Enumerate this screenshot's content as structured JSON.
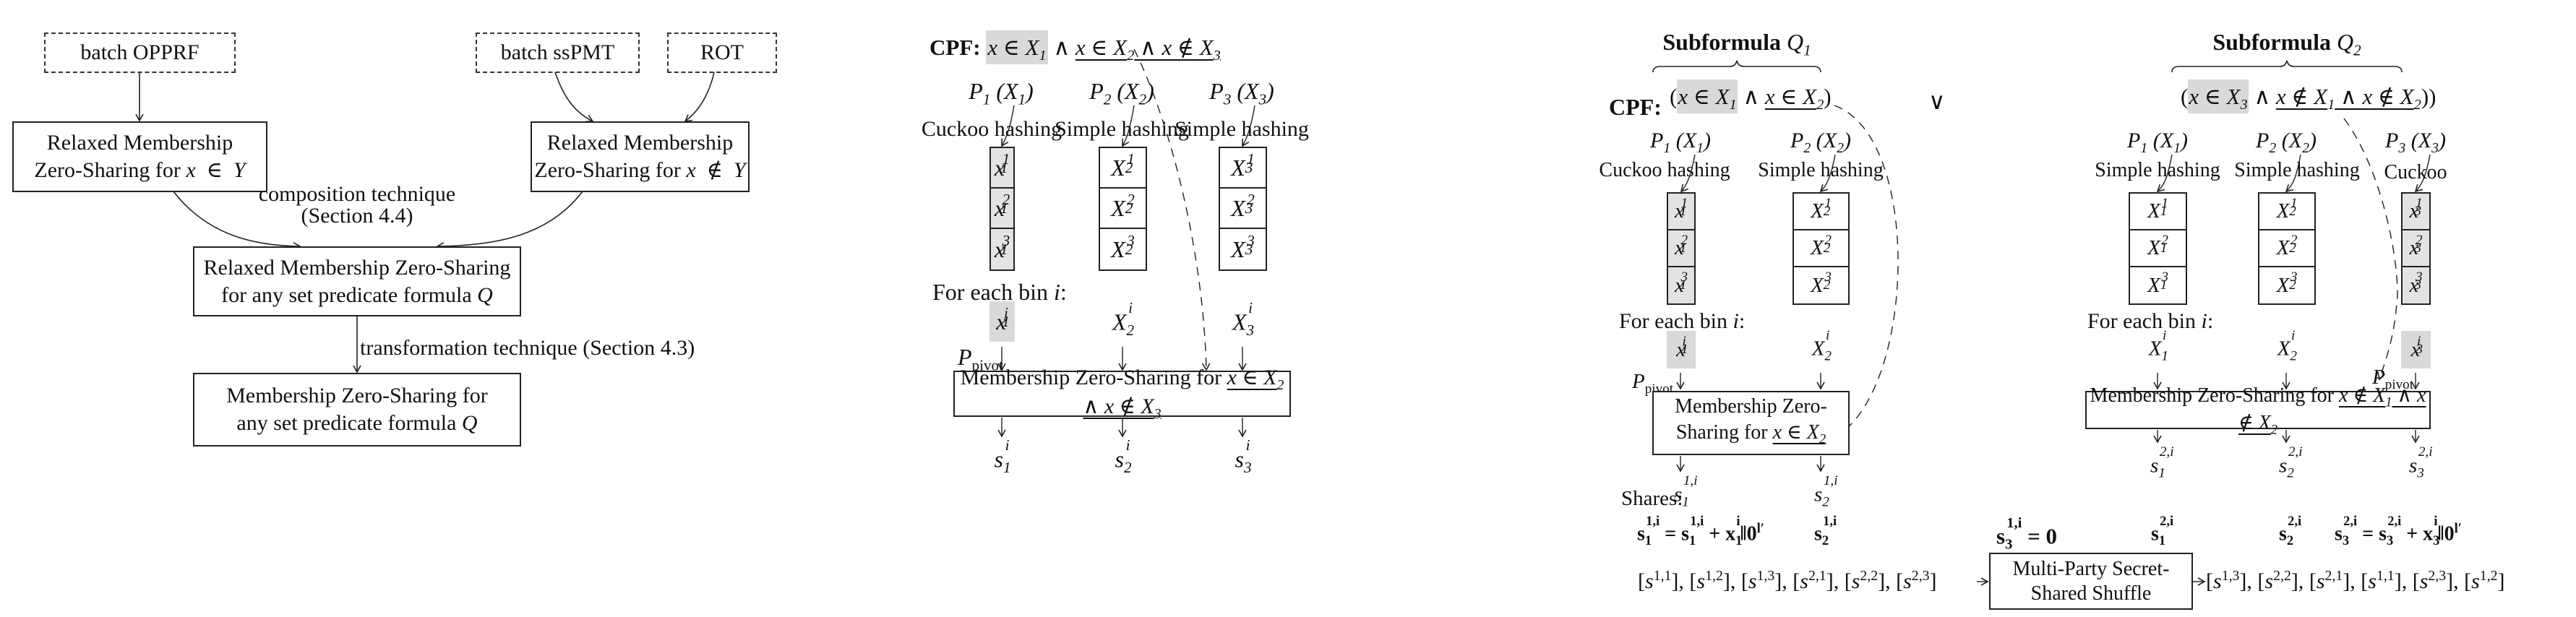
{
  "panel_a": {
    "inputs": {
      "batch_opprf": "batch OPPRF",
      "batch_sspmt": "batch ssPMT",
      "rot": "ROT"
    },
    "relaxed_in": {
      "line1": "Relaxed Membership",
      "line2_prefix": "Zero-Sharing for ",
      "var": "x",
      "op": "∈",
      "set": "Y"
    },
    "relaxed_notin": {
      "line1": "Relaxed Membership",
      "line2_prefix": "Zero-Sharing for ",
      "var": "x",
      "op": "∉",
      "set": "Y"
    },
    "composition_label": {
      "line1": "composition technique",
      "line2": "(Section 4.4)"
    },
    "relaxed_any": {
      "line1": "Relaxed Membership Zero-Sharing",
      "line2_prefix": "for any set predicate formula ",
      "formula": "Q"
    },
    "transformation_label": "transformation technique (Section 4.3)",
    "final": {
      "line1": "Membership Zero-Sharing for",
      "line2_prefix": "any set predicate formula ",
      "formula": "Q"
    }
  },
  "panel_b": {
    "cpf_label": "CPF",
    "cpf_highlight": "x ∈ X1",
    "cpf_rest": "x ∈ X2 ∧ x ∉ X3",
    "and_symbol": "∧",
    "parties": [
      {
        "name": "P1",
        "set": "X1",
        "hashing": "Cuckoo hashing",
        "cells": [
          "x1^1",
          "x1^2",
          "x1^3"
        ],
        "bin": "x1^i",
        "share": "s1^i",
        "highlighted": true
      },
      {
        "name": "P2",
        "set": "X2",
        "hashing": "Simple hashing",
        "cells": [
          "X2^1",
          "X2^2",
          "X2^3"
        ],
        "bin": "X2^i",
        "share": "s2^i",
        "highlighted": false
      },
      {
        "name": "P3",
        "set": "X3",
        "hashing": "Simple hashing",
        "cells": [
          "X3^1",
          "X3^2",
          "X3^3"
        ],
        "bin": "X3^i",
        "share": "s3^i",
        "highlighted": false
      }
    ],
    "for_each_bin": "For each bin i:",
    "pivot": "P",
    "pivot_sub": "pivot",
    "mzs_prefix": "Membership Zero-Sharing for ",
    "mzs_formula": "x ∈ X2 ∧ x ∉ X3"
  },
  "panel_c": {
    "cpf_label": "CPF",
    "or_symbol": "∨",
    "q1": {
      "title": "Subformula",
      "symbol": "Q1",
      "highlight": "x ∈ X1",
      "rest": "x ∈ X2",
      "parties": [
        {
          "name": "P1",
          "set": "X1",
          "hashing": "Cuckoo hashing",
          "cells": [
            "x1^1",
            "x1^2",
            "x1^3"
          ],
          "bin": "x1^i",
          "share": "s1^{1,i}",
          "highlighted": true
        },
        {
          "name": "P2",
          "set": "X2",
          "hashing": "Simple hashing",
          "cells": [
            "X2^1",
            "X2^2",
            "X2^3"
          ],
          "bin": "X2^i",
          "share": "s2^{1,i}",
          "highlighted": false
        }
      ],
      "mzs_line1": "Membership Zero-",
      "mzs_line2_prefix": "Sharing for ",
      "mzs_formula": "x ∈ X2"
    },
    "q2": {
      "title": "Subformula",
      "symbol": "Q2",
      "highlight": "x ∈ X3",
      "rest": "x ∉ X1 ∧ x ∉ X2",
      "parties": [
        {
          "name": "P1",
          "set": "X1",
          "hashing": "Simple hashing",
          "cells": [
            "X1^1",
            "X1^2",
            "X1^3"
          ],
          "bin": "X1^i",
          "share": "s1^{2,i}",
          "highlighted": false
        },
        {
          "name": "P2",
          "set": "X2",
          "hashing": "Simple hashing",
          "cells": [
            "X2^1",
            "X2^2",
            "X2^3"
          ],
          "bin": "X2^i",
          "share": "s2^{2,i}",
          "highlighted": false
        },
        {
          "name": "P3",
          "set": "X3",
          "hashing": "Cuckoo",
          "cells": [
            "x3^1",
            "x3^2",
            "x3^3"
          ],
          "bin": "x3^i",
          "share": "s3^{2,i}",
          "highlighted": true
        }
      ],
      "mzs_prefix": "Membership Zero-Sharing for ",
      "mzs_formula": "x ∉ X1 ∧ x ∉ X2"
    },
    "for_each_bin": "For each bin i:",
    "pivot": "P",
    "pivot_sub": "pivot",
    "shares_label": "Shares:",
    "final_shares": {
      "s1_1": "s1^{1,i} = s1^{1,i} + x1^i || 0^{l'}",
      "s2_1": "s2^{1,i}",
      "s3_1": "s3^{1,i} = 0",
      "s1_2": "s1^{2,i}",
      "s2_2": "s2^{2,i}",
      "s3_2": "s3^{2,i} = s3^{2,i} + x3^i || 0^{l'}"
    },
    "shuffle_input": [
      "[s^{1,1}]",
      "[s^{1,2}]",
      "[s^{1,3}]",
      "[s^{2,1}]",
      "[s^{2,2}]",
      "[s^{2,3}]"
    ],
    "shuffle_box": {
      "line1": "Multi-Party Secret-",
      "line2": "Shared Shuffle"
    },
    "shuffle_output": [
      "[s^{1,3}]",
      "[s^{2,2}]",
      "[s^{2,1}]",
      "[s^{1,1}]",
      "[s^{2,3}]",
      "[s^{1,2}]"
    ]
  },
  "colors": {
    "highlight": "#d9d9d9",
    "cell_highlight": "#e3e3e3",
    "stroke": "#222222"
  }
}
